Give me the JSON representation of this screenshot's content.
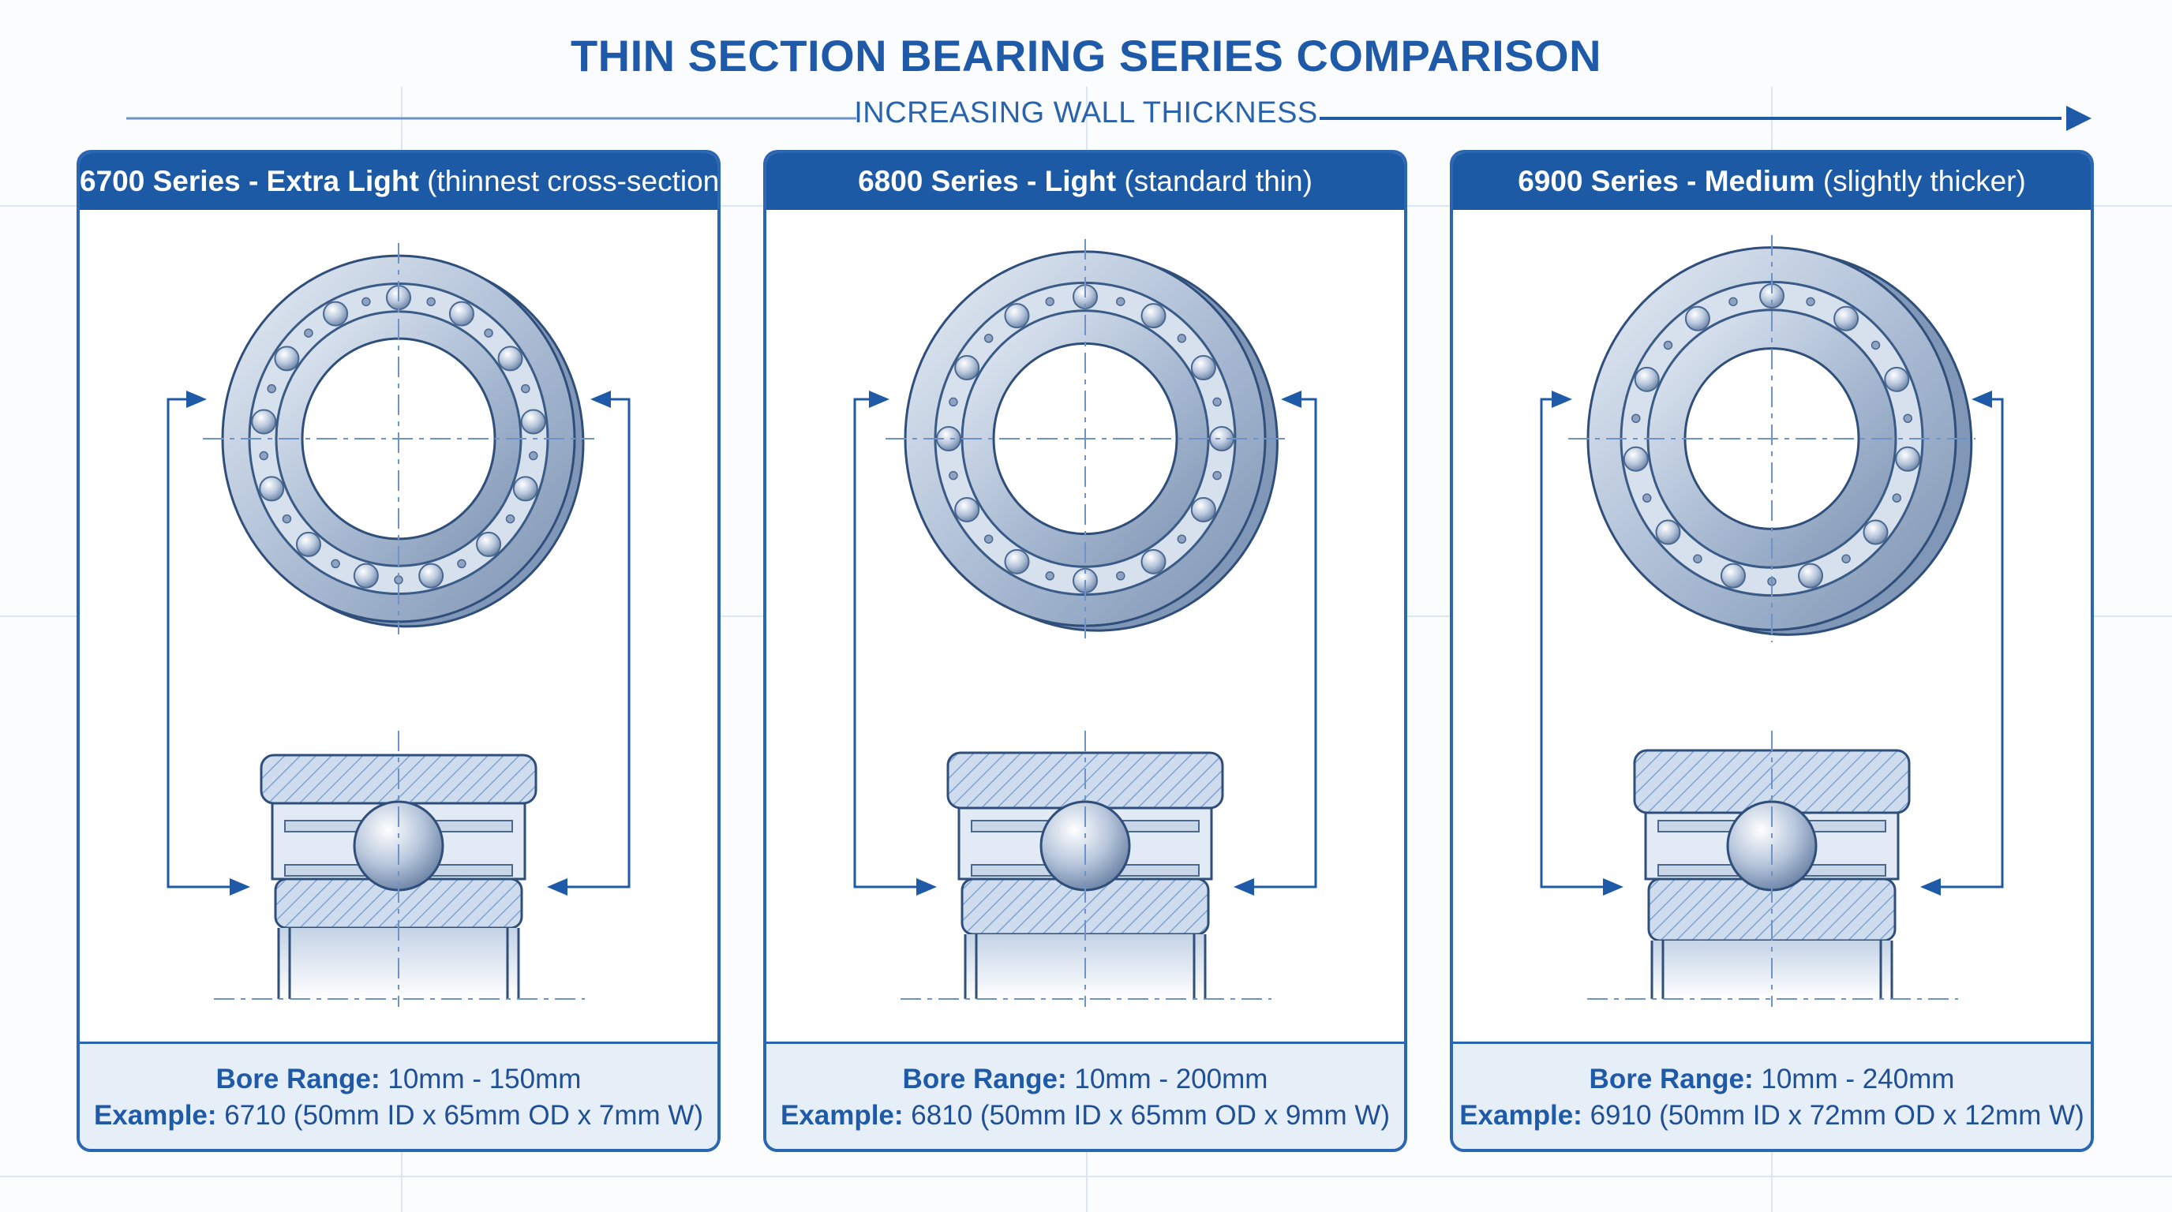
{
  "title": "THIN SECTION BEARING SERIES COMPARISON",
  "axis_label": "INCREASING WALL THICKNESS",
  "colors": {
    "primary": "#1d5aa6",
    "light_fill": "#e6eef8",
    "steel": "#aebfd6",
    "hatch": "#7ea3d2"
  },
  "panels": [
    {
      "name": "6700 Series - Extra Light",
      "note": "(thinnest cross-section)",
      "bore_label": "Bore Range:",
      "bore_value": "10mm - 150mm",
      "example_label": "Example:",
      "example_value": "6710 (50mm ID x 65mm OD x 7mm W)",
      "wall": 1
    },
    {
      "name": "6800 Series - Light",
      "note": "(standard thin)",
      "bore_label": "Bore Range:",
      "bore_value": "10mm - 200mm",
      "example_label": "Example:",
      "example_value": "6810 (50mm ID x 65mm OD x 9mm W)",
      "wall": 2
    },
    {
      "name": "6900 Series - Medium",
      "note": "(slightly thicker)",
      "bore_label": "Bore Range:",
      "bore_value": "10mm - 240mm",
      "example_label": "Example:",
      "example_value": "6910 (50mm ID x 72mm OD x 12mm W)",
      "wall": 3
    }
  ]
}
